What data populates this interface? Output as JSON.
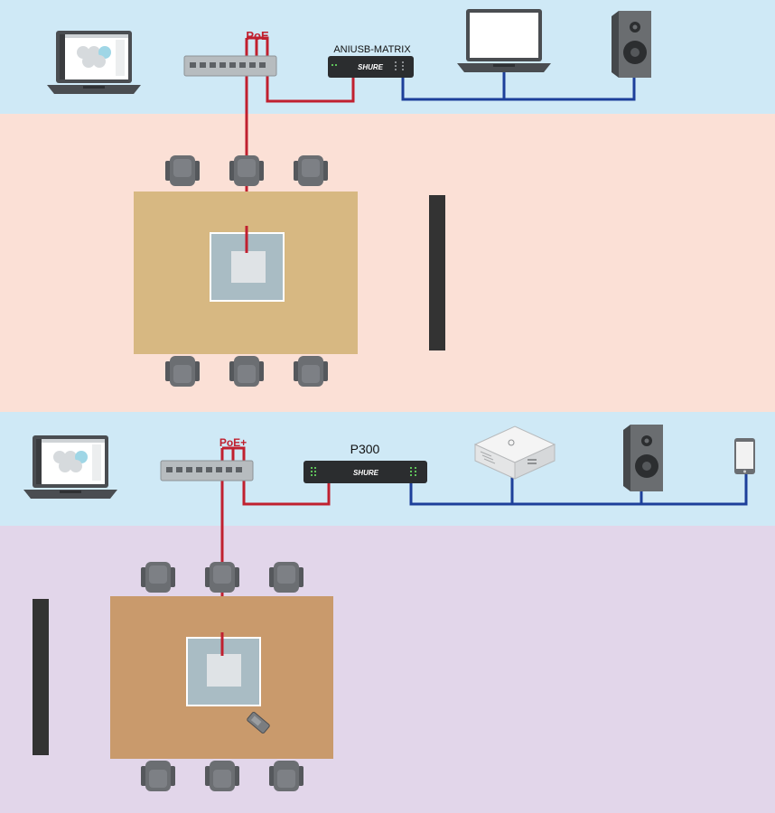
{
  "scene1": {
    "poe_label": "PoE",
    "device_label": "ANIUSB-MATRIX",
    "device_brand": "SHURE"
  },
  "scene2": {
    "poe_label": "PoE+",
    "device_label": "P300",
    "device_brand": "SHURE"
  },
  "colors": {
    "network_band": "#cfe9f6",
    "room1_floor": "#fbe0d6",
    "room2_floor": "#e2d6ea",
    "table1": "#d7b882",
    "table2": "#c99a6c",
    "poe_cable": "#c0202f",
    "audio_cable": "#1d3f9a",
    "ceiling_mic": "#a9bcc4",
    "display": "#333333",
    "chair": "#6b6e72"
  },
  "icons": [
    "laptop-icon",
    "network-switch-icon",
    "speaker-icon",
    "mini-pc-icon",
    "mobile-phone-icon",
    "chair-icon",
    "ceiling-microphone-icon",
    "wall-display-icon",
    "remote-control-icon"
  ]
}
